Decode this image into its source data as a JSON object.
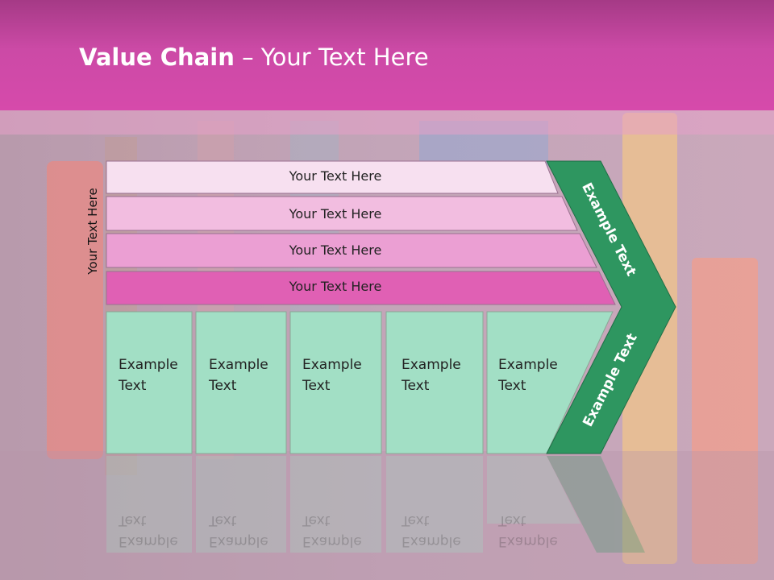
{
  "colors": {
    "header": "#d64aab",
    "row1": "#f7e0f0",
    "row2": "#f2bde0",
    "row3": "#eb9fd3",
    "row4": "#e060b4",
    "cell": "#a2dfc5",
    "chevron": "#2e9660"
  },
  "title": {
    "bold": "Value Chain",
    "rest": " – Your Text Here"
  },
  "side_label": "Your Text Here",
  "rows": [
    {
      "label": "Your Text Here"
    },
    {
      "label": "Your Text Here"
    },
    {
      "label": "Your Text Here"
    },
    {
      "label": "Your Text Here"
    }
  ],
  "cells": [
    {
      "line1": "Example",
      "line2": "Text"
    },
    {
      "line1": "Example",
      "line2": "Text"
    },
    {
      "line1": "Example",
      "line2": "Text"
    },
    {
      "line1": "Example",
      "line2": "Text"
    },
    {
      "line1": "Example",
      "line2": "Text"
    }
  ],
  "chevron": {
    "upper": "Example Text",
    "lower": "Example Text"
  }
}
